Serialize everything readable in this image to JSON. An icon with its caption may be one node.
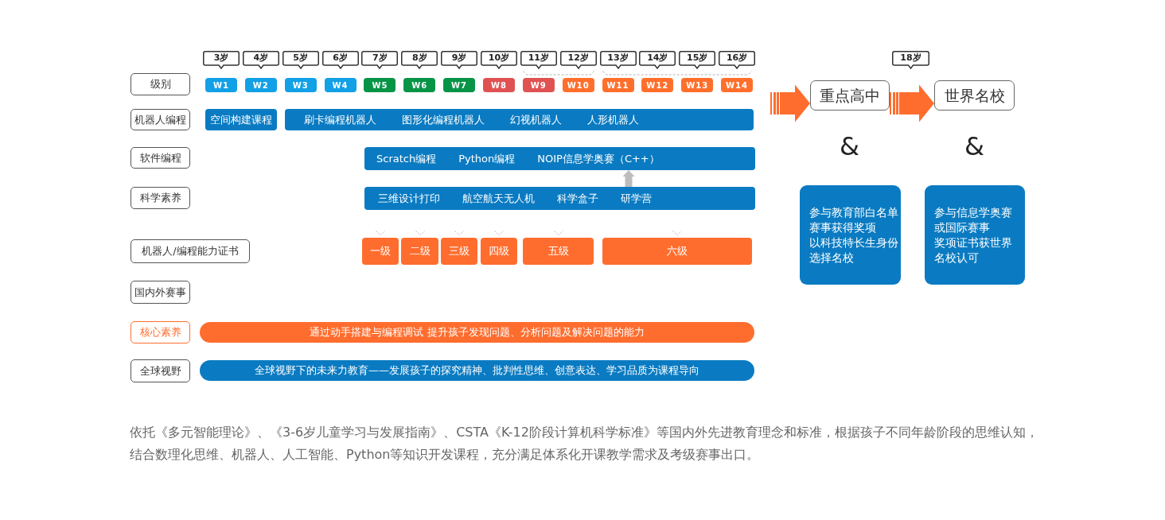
{
  "diagram": {
    "nodes": [
      {
        "text": [
          "3岁"
        ]
      },
      {
        "text": [
          "4岁"
        ]
      },
      {
        "text": [
          "5岁"
        ]
      },
      {
        "text": [
          "6岁"
        ]
      },
      {
        "text": [
          "7岁"
        ]
      },
      {
        "text": [
          "8岁"
        ]
      },
      {
        "text": [
          "9岁"
        ]
      },
      {
        "text": [
          "10岁"
        ]
      },
      {
        "text": [
          "11岁"
        ]
      },
      {
        "text": [
          "12岁"
        ]
      },
      {
        "text": [
          "13岁"
        ]
      },
      {
        "text": [
          "14岁"
        ]
      },
      {
        "text": [
          "15岁"
        ]
      },
      {
        "text": [
          "16岁"
        ]
      },
      {
        "text": [
          "级别"
        ]
      },
      {
        "text": [
          "W1"
        ]
      },
      {
        "text": [
          "W2"
        ]
      },
      {
        "text": [
          "W3"
        ]
      },
      {
        "text": [
          "W4"
        ]
      },
      {
        "text": [
          "W5"
        ]
      },
      {
        "text": [
          "W6"
        ]
      },
      {
        "text": [
          "W7"
        ]
      },
      {
        "text": [
          "W8"
        ]
      },
      {
        "text": [
          "W9"
        ]
      },
      {
        "text": [
          "W10"
        ]
      },
      {
        "text": [
          "W11"
        ]
      },
      {
        "text": [
          "W12"
        ]
      },
      {
        "text": [
          "W13"
        ]
      },
      {
        "text": [
          "W14"
        ]
      },
      {
        "text": [
          "机器人编程"
        ]
      },
      {
        "text": [
          "空间构建课程"
        ]
      },
      {
        "text": [
          "刷卡编程机器人",
          "图形化编程机器人",
          "幻视机器人",
          "人形机器人"
        ]
      },
      {
        "text": [
          "软件编程"
        ]
      },
      {
        "text": [
          "Scratch编程",
          "Python编程",
          "NOIP信息学奥赛（C++）"
        ]
      },
      {
        "text": [
          "科学素养"
        ]
      },
      {
        "text": [
          "三维设计打印",
          "航空航天无人机",
          "科学盒子",
          "研学营"
        ]
      },
      {
        "text": [
          "机器人/编程能力证书"
        ]
      },
      {
        "text": [
          "一级"
        ]
      },
      {
        "text": [
          "二级"
        ]
      },
      {
        "text": [
          "三级"
        ]
      },
      {
        "text": [
          "四级"
        ]
      },
      {
        "text": [
          "五级"
        ]
      },
      {
        "text": [
          "六级"
        ]
      },
      {
        "text": [
          "国内外赛事"
        ]
      },
      {
        "text": [
          "核心素养"
        ]
      },
      {
        "text": [
          "通过动手搭建与编程调试 提升孩子发现问题、分析问题及解决问题的能力"
        ]
      },
      {
        "text": [
          "全球视野"
        ]
      },
      {
        "text": [
          "全球视野下的未来力教育——发展孩子的探究精神、批判性思维、创意表达、学习品质为课程导向"
        ]
      },
      {
        "text": [
          "18岁"
        ]
      },
      {
        "text": [
          "重点高中"
        ]
      },
      {
        "text": [
          "参与教育部白名单",
          "赛事获得奖项",
          "以科技特长生身份",
          "选择名校"
        ]
      },
      {
        "text": [
          "世界名校"
        ]
      },
      {
        "text": [
          "参与信息学奥赛",
          "或国际赛事",
          "奖项证书获世界",
          "名校认可"
        ]
      }
    ],
    "edges": [
      {
        "from": null,
        "to": 49,
        "arrow": "to",
        "style": "thick"
      },
      {
        "from": 49,
        "to": 51,
        "arrow": "to",
        "style": "thick"
      },
      {
        "from": 35,
        "to": 33,
        "arrow": "to",
        "color": "#bdbdbd"
      }
    ],
    "labels": [
      "&",
      "&"
    ],
    "caption": "依托《多元智能理论》、《3-6岁儿童学习与发展指南》、CSTA《K-12阶段计算机科学标准》等国内外先进教育理念和标准，根据孩子不同年龄阶段的思维认知，结合数理化思维、机器人、人工智能、Python等知识开发课程，充分满足体系化开课教学需求及考级赛事出口。"
  }
}
